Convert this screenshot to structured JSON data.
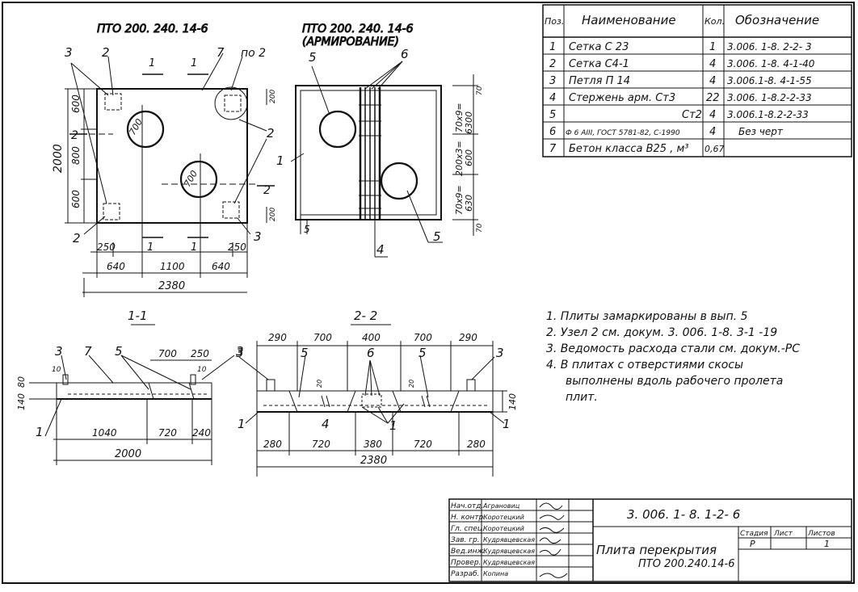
{
  "sheet": {
    "view_plan_title": "ПТО 200. 240. 14-6",
    "view_reinf_title_line1": "ПТО 200. 240. 14-6",
    "view_reinf_title_line2": "(АРМИРОВАНИЕ)",
    "view_plan_labels": {
      "callout3": "3",
      "callout2a": "2",
      "sec1a": "1",
      "sec1b": "1",
      "callout7": "7",
      "po2": "по 2",
      "dim600a": "600",
      "dim2000": "2000",
      "dim800": "800",
      "dim600b": "600",
      "m2a": "2",
      "m2b": "2",
      "m2c": "2",
      "m2d": "2",
      "hole700a": "700",
      "hole700b": "700",
      "dim200a": "200",
      "dim200b": "200",
      "callout2b": "2",
      "callout3b": "3",
      "dim250a": "250",
      "dim250b": "250",
      "sec1c": "1",
      "sec1d": "1",
      "dim640a": "640",
      "dim1100": "1100",
      "dim640b": "640",
      "dim2380": "2380"
    },
    "view_reinf_labels": {
      "callout5a": "5",
      "callout6": "6",
      "dim70a": "70",
      "dim_col1": "70х9=",
      "dim6300": "6300",
      "dim_col2": "200х3=",
      "dim600": "600",
      "dim_col3": "70х9=",
      "dim630": "630",
      "dim70b": "70",
      "callout1": "1",
      "callout5b": "5",
      "callout4": "4",
      "callout5c": "5"
    },
    "section_11": {
      "title": "1-1",
      "c3": "3",
      "c7": "7",
      "c5": "5",
      "d700": "700",
      "d250": "250",
      "c3b": "3",
      "d10a": "10",
      "d10b": "10",
      "d140": "140",
      "d80": "80",
      "c1": "1",
      "d1040": "1040",
      "d720": "720",
      "d240": "240",
      "d2000": "2000"
    },
    "section_22": {
      "title": "2- 2",
      "d290a": "290",
      "d700a": "700",
      "d400": "400",
      "d700b": "700",
      "d290b": "290",
      "c3a": "3",
      "c5a": "5",
      "c6": "6",
      "c5b": "5",
      "c3b": "3",
      "d20a": "20",
      "d20b": "20",
      "d140": "140",
      "c1a": "1",
      "c4": "4",
      "c1b": "1",
      "c1c": "1",
      "d280a": "280",
      "d720a": "720",
      "d380": "380",
      "d720b": "720",
      "d280b": "280",
      "d2380": "2380"
    },
    "notes": [
      "1. Плиты замаркированы  в  вып. 5",
      "2. Узел 2  см.  докум.    3. 006. 1-8. 3-1 -19",
      "3. Ведомость  расхода  стали  см. докум.-РС",
      "4. В  плитах   с отверстиями   скосы",
      "выполнены   вдоль рабочего пролета",
      "плит."
    ],
    "spec_table": {
      "headers": [
        "Поз.",
        "Наименование",
        "Кол.",
        "Обозначение"
      ],
      "rows": [
        [
          "1",
          "Сетка     С 23",
          "1",
          "3.006. 1-8. 2-2- 3"
        ],
        [
          "2",
          "Сетка     С4-1",
          "4",
          "3.006. 1-8. 4-1-40"
        ],
        [
          "3",
          "Петля    П 14",
          "4",
          "3.006.1-8. 4-1-55"
        ],
        [
          "4",
          "Стержень арм.   Ст3",
          "22",
          "3.006. 1-8.2-2-33"
        ],
        [
          "5",
          "Ст2",
          "4",
          "3.006.1-8.2-2-33"
        ],
        [
          "6",
          "Ф 6 АIII, ГОСТ 5781-82, С-1990",
          "4",
          "Без   черт"
        ],
        [
          "7",
          "Бетон класса В25 , м³",
          "0,67",
          ""
        ]
      ]
    },
    "title_block": {
      "roles": [
        "Нач.отд.",
        "Н. контр.",
        "Гл. спец.",
        "Зав. гр.",
        "Вед.инж.",
        "Провер.",
        "Разраб."
      ],
      "names": [
        "Аграновиц",
        "Коротецкий",
        "Коротецкий",
        "Кудрявцевская",
        "Кудрявцевская",
        "Кудрявцевская",
        "Копина"
      ],
      "code": "3. 006. 1- 8. 1-2- 6",
      "name_line1": "Плита  перекрытия",
      "name_line2": "ПТО 200.240.14-6",
      "stage_label": "Стадия",
      "sheet_label": "Лист",
      "sheets_label": "Листов",
      "stage": "Р",
      "sheets": "1"
    }
  }
}
